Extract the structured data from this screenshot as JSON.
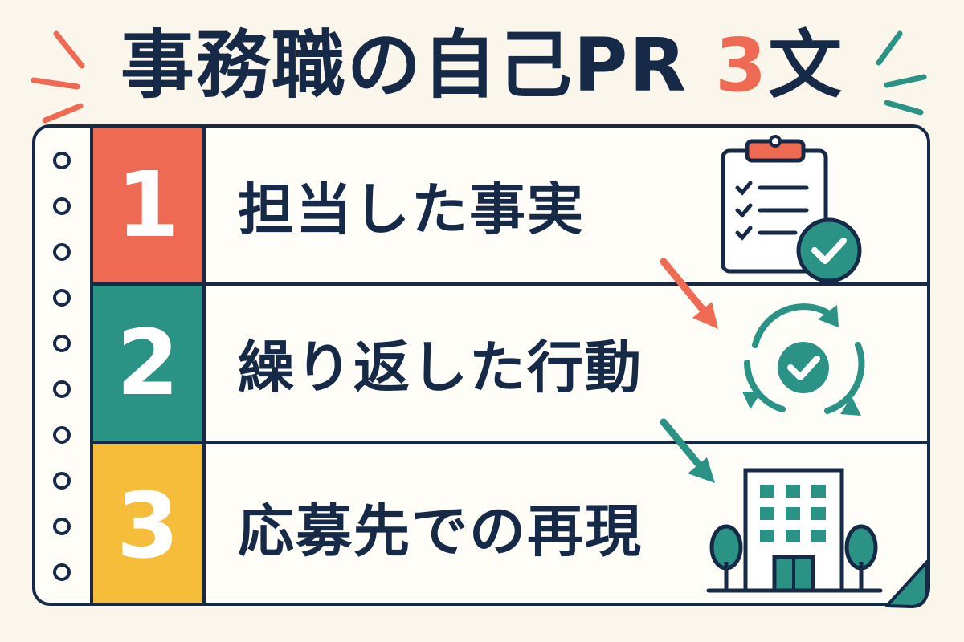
{
  "title": {
    "main": "事務職の自己PR ",
    "accent": "3",
    "suffix": "文"
  },
  "steps": [
    {
      "number": "1",
      "label": "担当した事実",
      "color": "#ee6a52"
    },
    {
      "number": "2",
      "label": "繰り返した行動",
      "color": "#2a9386"
    },
    {
      "number": "3",
      "label": "応募先での再現",
      "color": "#f5bd3a"
    }
  ],
  "colors": {
    "navy": "#162a48",
    "coral": "#ee6a52",
    "teal": "#2a9386",
    "yellow": "#f5bd3a",
    "background": "#fbf6ec"
  },
  "icons": [
    "clipboard-checklist-icon",
    "cycle-check-icon",
    "office-building-icon"
  ]
}
